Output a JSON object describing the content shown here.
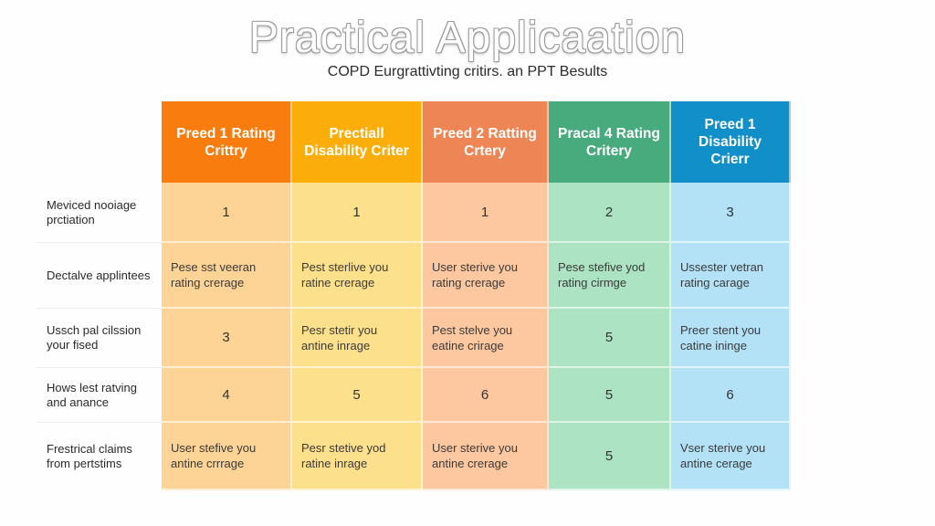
{
  "slide": {
    "title": "Practical Applicaation",
    "subtitle": "COPD Eurgrattivting critirs. an PPT Besults"
  },
  "table": {
    "columns": [
      {
        "label": "Preed 1 Rating Crittry",
        "header_color": "#f97d0e",
        "cell_color": "#fdd495"
      },
      {
        "label": "Prectiall Disability Criter",
        "header_color": "#fbad0a",
        "cell_color": "#fde08c"
      },
      {
        "label": "Preed 2 Ratting Crtery",
        "header_color": "#ee8554",
        "cell_color": "#fdc8a0"
      },
      {
        "label": "Pracal 4 Rating Critery",
        "header_color": "#47ab7e",
        "cell_color": "#abe3c3"
      },
      {
        "label": "Preed 1 Disability Crierr",
        "header_color": "#118fc9",
        "cell_color": "#b3e1f6"
      }
    ],
    "rows": [
      {
        "label": "Meviced nooiage prctiation",
        "cells": [
          "1",
          "1",
          "1",
          "2",
          "3"
        ]
      },
      {
        "label": "Dectalve applintees",
        "cells": [
          "Pese sst veeran rating crerage",
          "Pest sterlive you ratine crerage",
          "User sterive you rating crerage",
          "Pese stefive yod rating cirmge",
          "Ussester vetran rating carage"
        ]
      },
      {
        "label": "Ussch pal cilssion your fised",
        "cells": [
          "3",
          "Pesr stetir you antine inrage",
          "Pest stelve you eatine crirage",
          "5",
          "Preer stent you catine ininge"
        ]
      },
      {
        "label": "Hows lest ratving and anance",
        "cells": [
          "4",
          "5",
          "6",
          "5",
          "6"
        ]
      },
      {
        "label": "Frestrical claims from pertstims",
        "cells": [
          "User stefive you antine crrrage",
          "Pesr stetive yod ratine inrage",
          "User sterive you antine crerage",
          "5",
          "Vser sterive you antine cerage"
        ]
      }
    ]
  }
}
